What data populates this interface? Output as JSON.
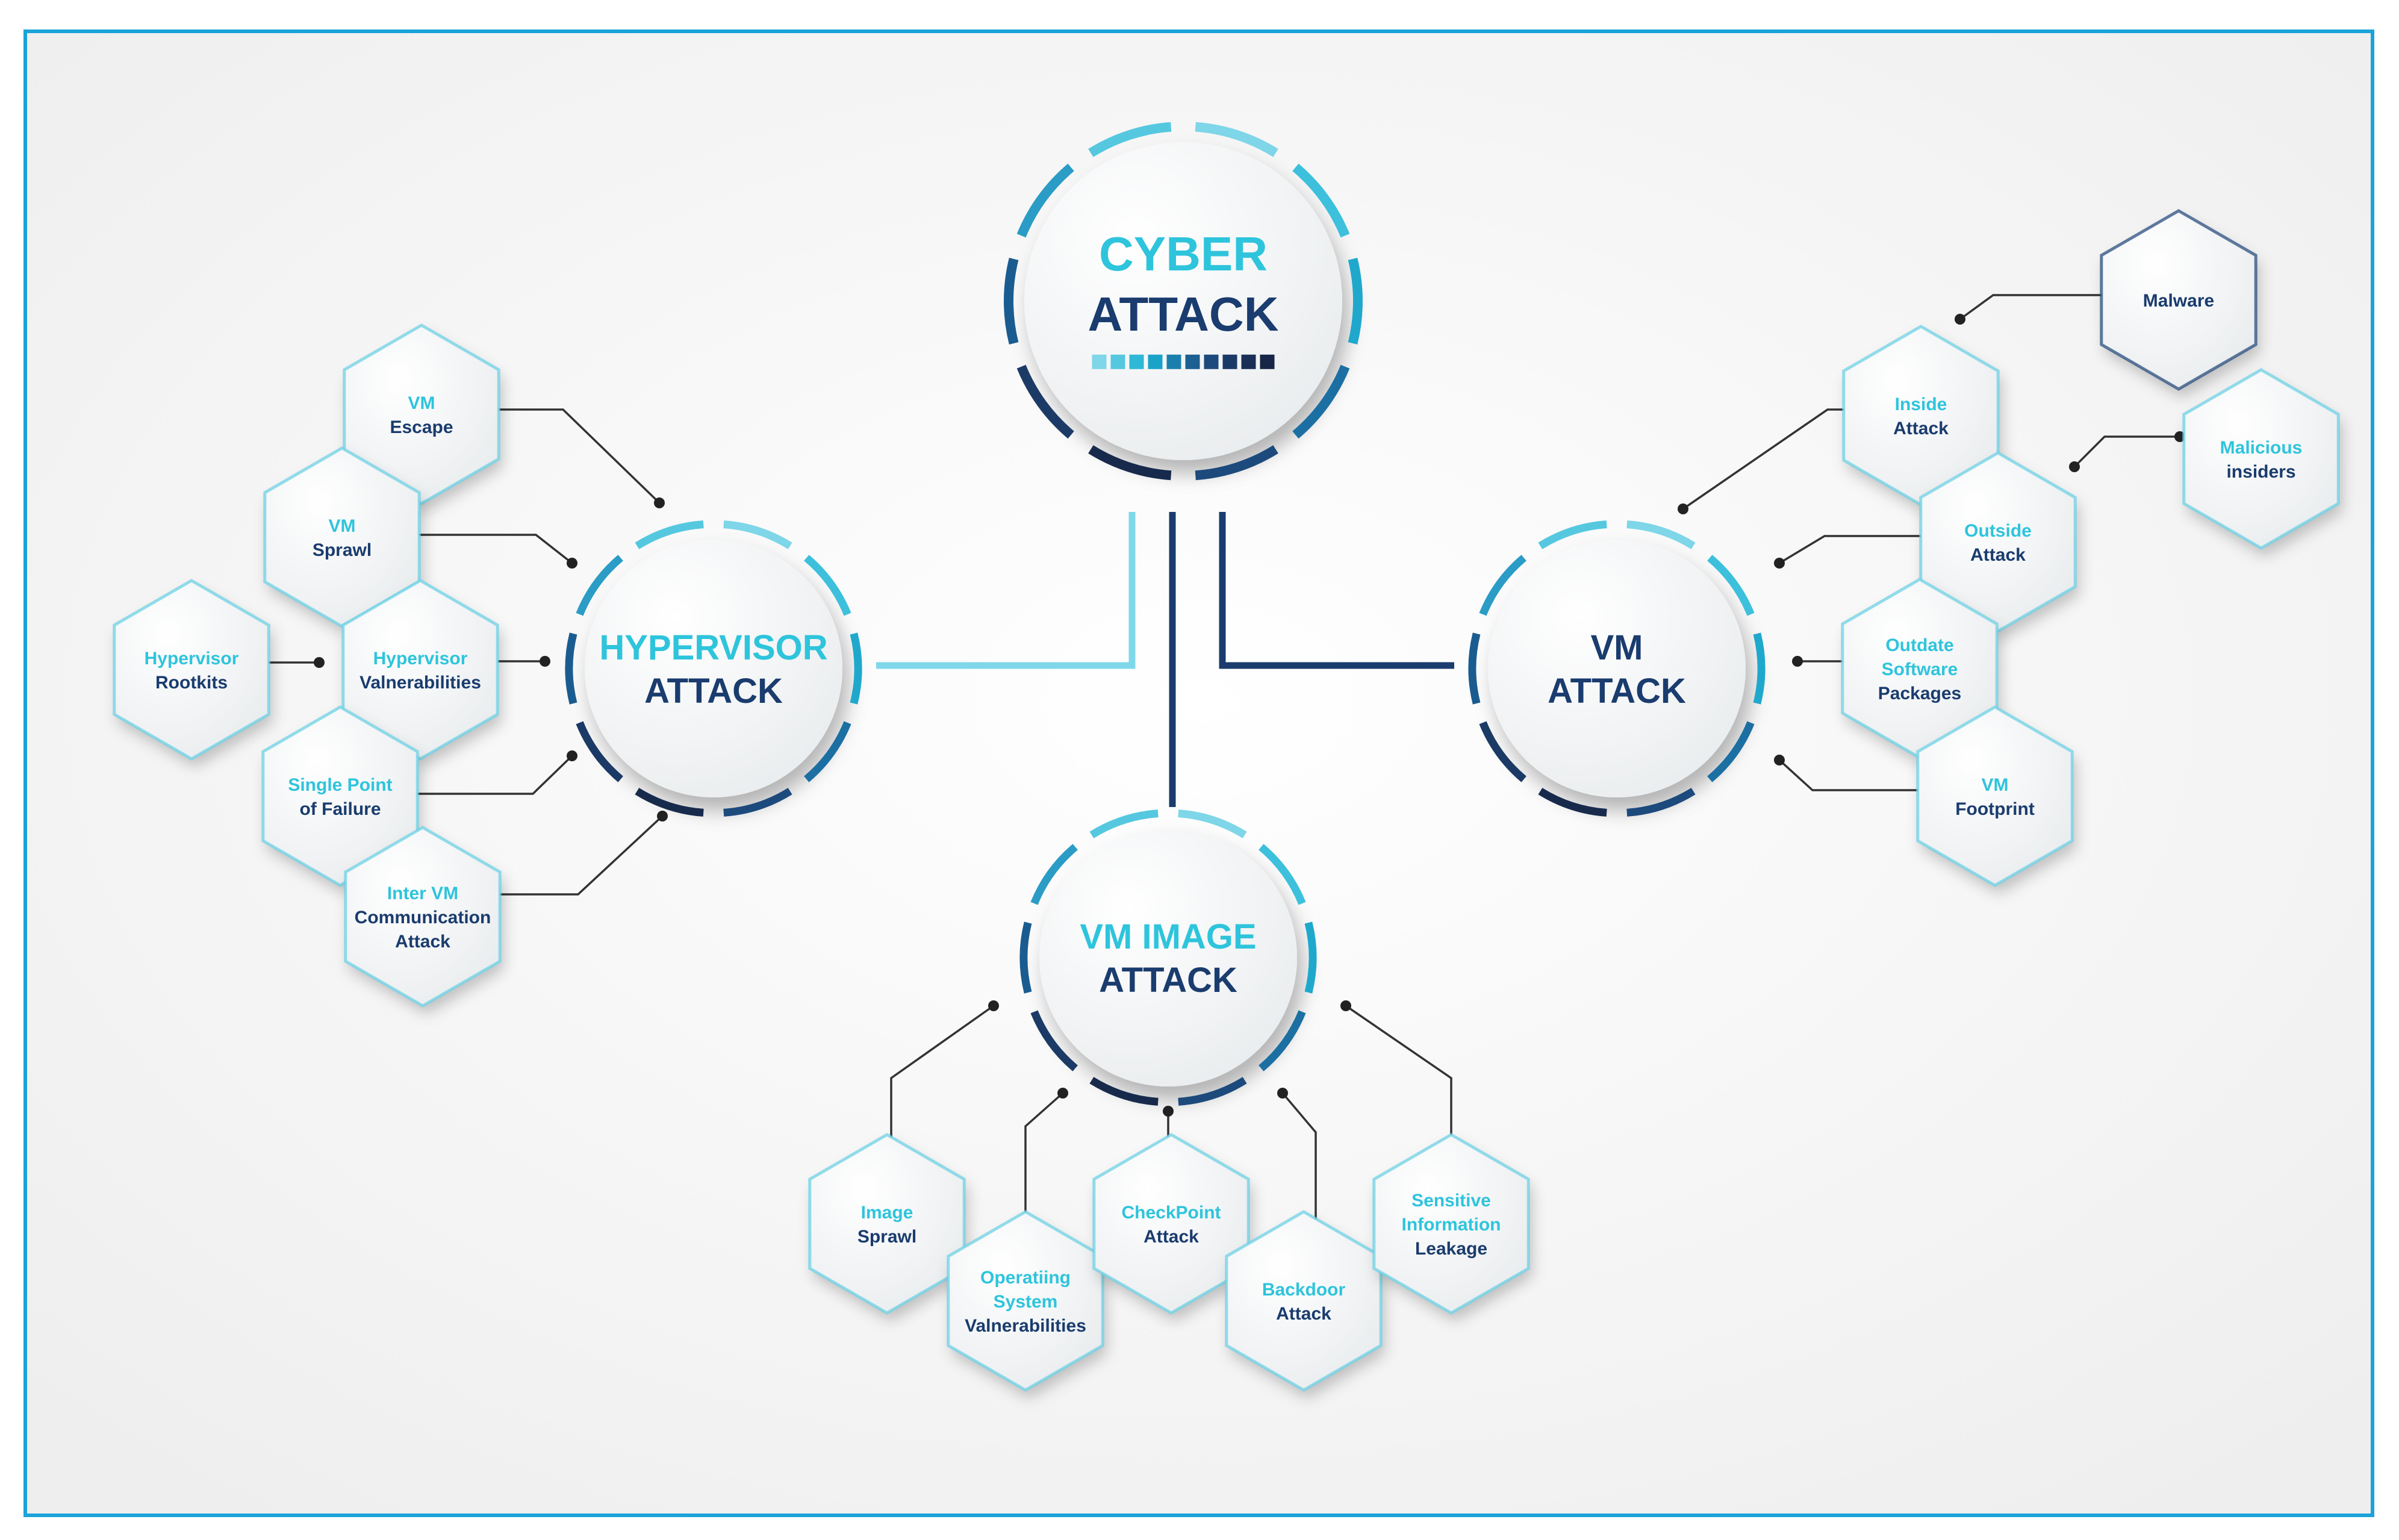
{
  "colors": {
    "light": "#2ec4dc",
    "dark": "#1a3c6e",
    "darkest": "#16284a",
    "line": "#333333",
    "frame": "#1aa3d9"
  },
  "root": {
    "lines": [
      {
        "text": "CYBER",
        "color": "light"
      },
      {
        "text": "ATTACK",
        "color": "dark"
      }
    ],
    "bar_squares": [
      "#7ed6e8",
      "#55c8e0",
      "#2eb8d6",
      "#1aa3c8",
      "#1b7fae",
      "#1c5f92",
      "#1d4a7c",
      "#1c3a66",
      "#1a2f55",
      "#172646"
    ]
  },
  "hubs": [
    {
      "id": "hypervisor",
      "lines": [
        {
          "text": "HYPERVISOR",
          "color": "light"
        },
        {
          "text": "ATTACK",
          "color": "dark"
        }
      ],
      "items": [
        {
          "name": "vm-escape",
          "lines": [
            {
              "text": "VM",
              "color": "light"
            },
            {
              "text": "Escape",
              "color": "dark"
            }
          ]
        },
        {
          "name": "vm-sprawl",
          "lines": [
            {
              "text": "VM",
              "color": "light"
            },
            {
              "text": "Sprawl",
              "color": "dark"
            }
          ]
        },
        {
          "name": "hypervisor-rootkits",
          "lines": [
            {
              "text": "Hypervisor",
              "color": "light"
            },
            {
              "text": "Rootkits",
              "color": "dark"
            }
          ]
        },
        {
          "name": "hypervisor-vulnerabilities",
          "lines": [
            {
              "text": "Hypervisor",
              "color": "light"
            },
            {
              "text": "Valnerabilities",
              "color": "dark"
            }
          ]
        },
        {
          "name": "single-point-of-failure",
          "lines": [
            {
              "text": "Single Point",
              "color": "light"
            },
            {
              "text": "of Failure",
              "color": "dark"
            }
          ]
        },
        {
          "name": "inter-vm-communication-attack",
          "lines": [
            {
              "text": "Inter VM",
              "color": "light"
            },
            {
              "text": "Communication",
              "color": "dark"
            },
            {
              "text": "Attack",
              "color": "dark"
            }
          ]
        }
      ]
    },
    {
      "id": "vm",
      "lines": [
        {
          "text": "VM",
          "color": "dark"
        },
        {
          "text": "ATTACK",
          "color": "dark"
        }
      ],
      "items": [
        {
          "name": "malware",
          "lines": [
            {
              "text": "Malware",
              "color": "dark"
            }
          ]
        },
        {
          "name": "inside-attack",
          "lines": [
            {
              "text": "Inside",
              "color": "light"
            },
            {
              "text": "Attack",
              "color": "dark"
            }
          ]
        },
        {
          "name": "malicious-insiders",
          "lines": [
            {
              "text": "Malicious",
              "color": "light"
            },
            {
              "text": "insiders",
              "color": "dark"
            }
          ]
        },
        {
          "name": "outside-attack",
          "lines": [
            {
              "text": "Outside",
              "color": "light"
            },
            {
              "text": "Attack",
              "color": "dark"
            }
          ]
        },
        {
          "name": "outdate-software-packages",
          "lines": [
            {
              "text": "Outdate",
              "color": "light"
            },
            {
              "text": "Software",
              "color": "light"
            },
            {
              "text": "Packages",
              "color": "dark"
            }
          ]
        },
        {
          "name": "vm-footprint",
          "lines": [
            {
              "text": "VM",
              "color": "light"
            },
            {
              "text": "Footprint",
              "color": "dark"
            }
          ]
        }
      ]
    },
    {
      "id": "vm-image",
      "lines": [
        {
          "text": "VM IMAGE",
          "color": "light"
        },
        {
          "text": "ATTACK",
          "color": "dark"
        }
      ],
      "items": [
        {
          "name": "image-sprawl",
          "lines": [
            {
              "text": "Image",
              "color": "light"
            },
            {
              "text": "Sprawl",
              "color": "dark"
            }
          ]
        },
        {
          "name": "operating-system-vulnerabilities",
          "lines": [
            {
              "text": "Operatiing",
              "color": "light"
            },
            {
              "text": "System",
              "color": "light"
            },
            {
              "text": "Valnerabilities",
              "color": "dark"
            }
          ]
        },
        {
          "name": "checkpoint-attack",
          "lines": [
            {
              "text": "CheckPoint",
              "color": "light"
            },
            {
              "text": "Attack",
              "color": "dark"
            }
          ]
        },
        {
          "name": "backdoor-attack",
          "lines": [
            {
              "text": "Backdoor",
              "color": "light"
            },
            {
              "text": "Attack",
              "color": "dark"
            }
          ]
        },
        {
          "name": "sensitive-information-leakage",
          "lines": [
            {
              "text": "Sensitive",
              "color": "light"
            },
            {
              "text": "Information",
              "color": "light"
            },
            {
              "text": "Leakage",
              "color": "dark"
            }
          ]
        }
      ]
    }
  ]
}
